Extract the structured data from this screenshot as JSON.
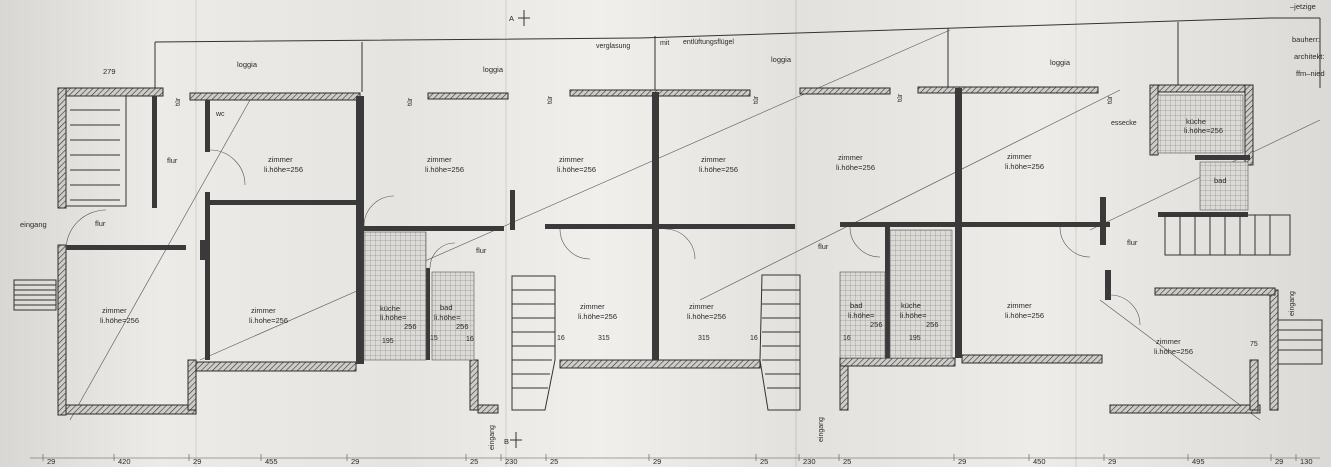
{
  "header": {
    "jetzige": "–jetzige",
    "bauherr": "bauherr:",
    "architekt": "architekt:",
    "ffm": "ffm–nied"
  },
  "section_marks": {
    "top": "A",
    "bottom": "B"
  },
  "top_labels": {
    "dim_279": "279",
    "loggia_1": "loggia",
    "loggia_2": "loggia",
    "loggia_3": "loggia",
    "loggia_4": "loggia",
    "verglasung": "verglasung",
    "mit": "mit",
    "entlueftung": "entlüftungsflügel"
  },
  "rooms": {
    "zimmer": "zimmer",
    "height": "li.höhe=256",
    "height_b": "li.hohe=256",
    "flur": "flur",
    "eingang": "eingang",
    "wc": "wc",
    "tuer": "tür",
    "kueche": "küche",
    "bad": "bad",
    "essecke": "essecke",
    "li_hoehe": "li.höhe=",
    "val_256": "256",
    "kueche_top": "küche",
    "kueche_top_h": "li.höhe=256",
    "bad_top": "bad"
  },
  "inner_dims": {
    "d195a": "195",
    "d15": "15",
    "d16a": "16",
    "d16b": "16",
    "d315a": "315",
    "d315b": "315",
    "d16c": "16",
    "d16d": "16",
    "d195b": "195",
    "d75": "75"
  },
  "bottom_dims": [
    "29",
    "420",
    "29",
    "455",
    "29",
    "25",
    "230",
    "25",
    "29",
    "25",
    "230",
    "25",
    "29",
    "450",
    "29",
    "495",
    "29",
    "130"
  ]
}
